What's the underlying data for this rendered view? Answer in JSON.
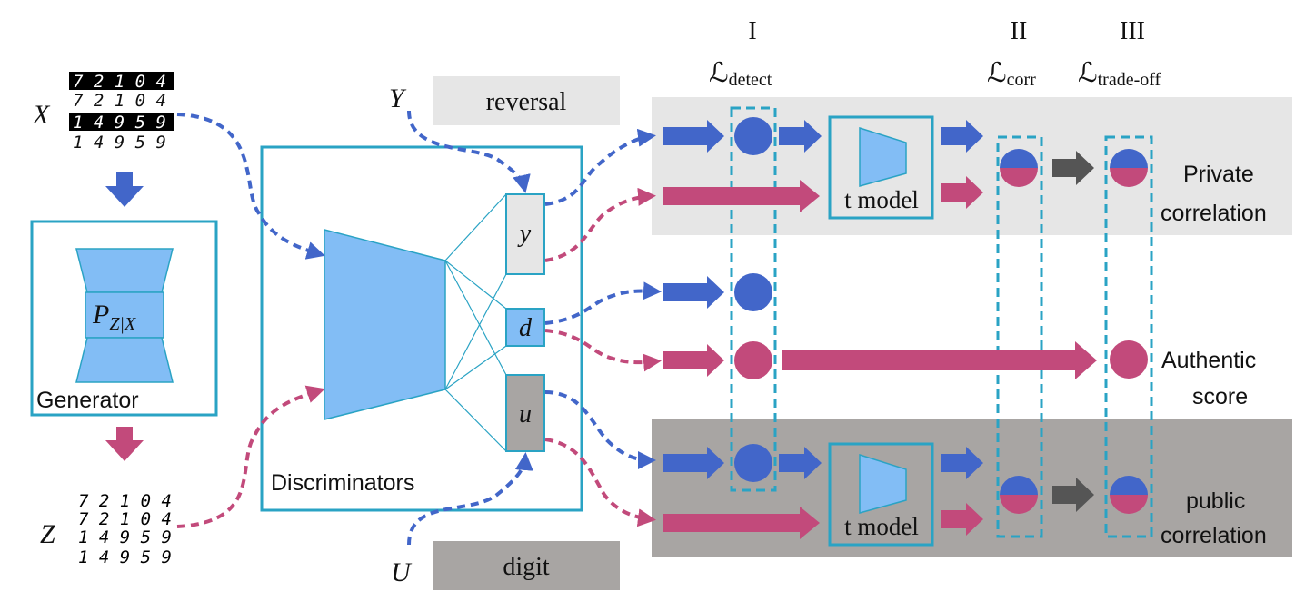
{
  "inputs": {
    "x_label": "X",
    "z_label": "Z",
    "y_label": "Y",
    "u_label": "U",
    "digit_row_1": "7 2 1 0 4",
    "digit_row_2": "1 4 9 5 9"
  },
  "generator": {
    "title": "Generator",
    "dist_main": "P",
    "dist_sub": "Z|X"
  },
  "discriminators": {
    "title": "Discriminators",
    "heads": [
      "y",
      "d",
      "u"
    ]
  },
  "attributes": {
    "private_tag": "reversal",
    "public_tag": "digit"
  },
  "stages": [
    {
      "numeral": "I",
      "loss_main": "ℒ",
      "loss_sub": "detect"
    },
    {
      "numeral": "II",
      "loss_main": "ℒ",
      "loss_sub": "corr"
    },
    {
      "numeral": "III",
      "loss_main": "ℒ",
      "loss_sub": "trade-off"
    }
  ],
  "task_models": {
    "private_label": "t model",
    "public_label": "t model"
  },
  "outputs": {
    "private_line1": "Private",
    "private_line2": "correlation",
    "authentic_line1": "Authentic",
    "authentic_line2": "score",
    "public_line1": "public",
    "public_line2": "correlation"
  },
  "colors": {
    "blue": "#4266c9",
    "pink": "#c24a7b",
    "box_border": "#2aa3c4",
    "light_fill": "#82bdf5",
    "private_bg": "#e6e6e6",
    "public_bg": "#a8a5a3",
    "dark_arrow": "#555555"
  }
}
